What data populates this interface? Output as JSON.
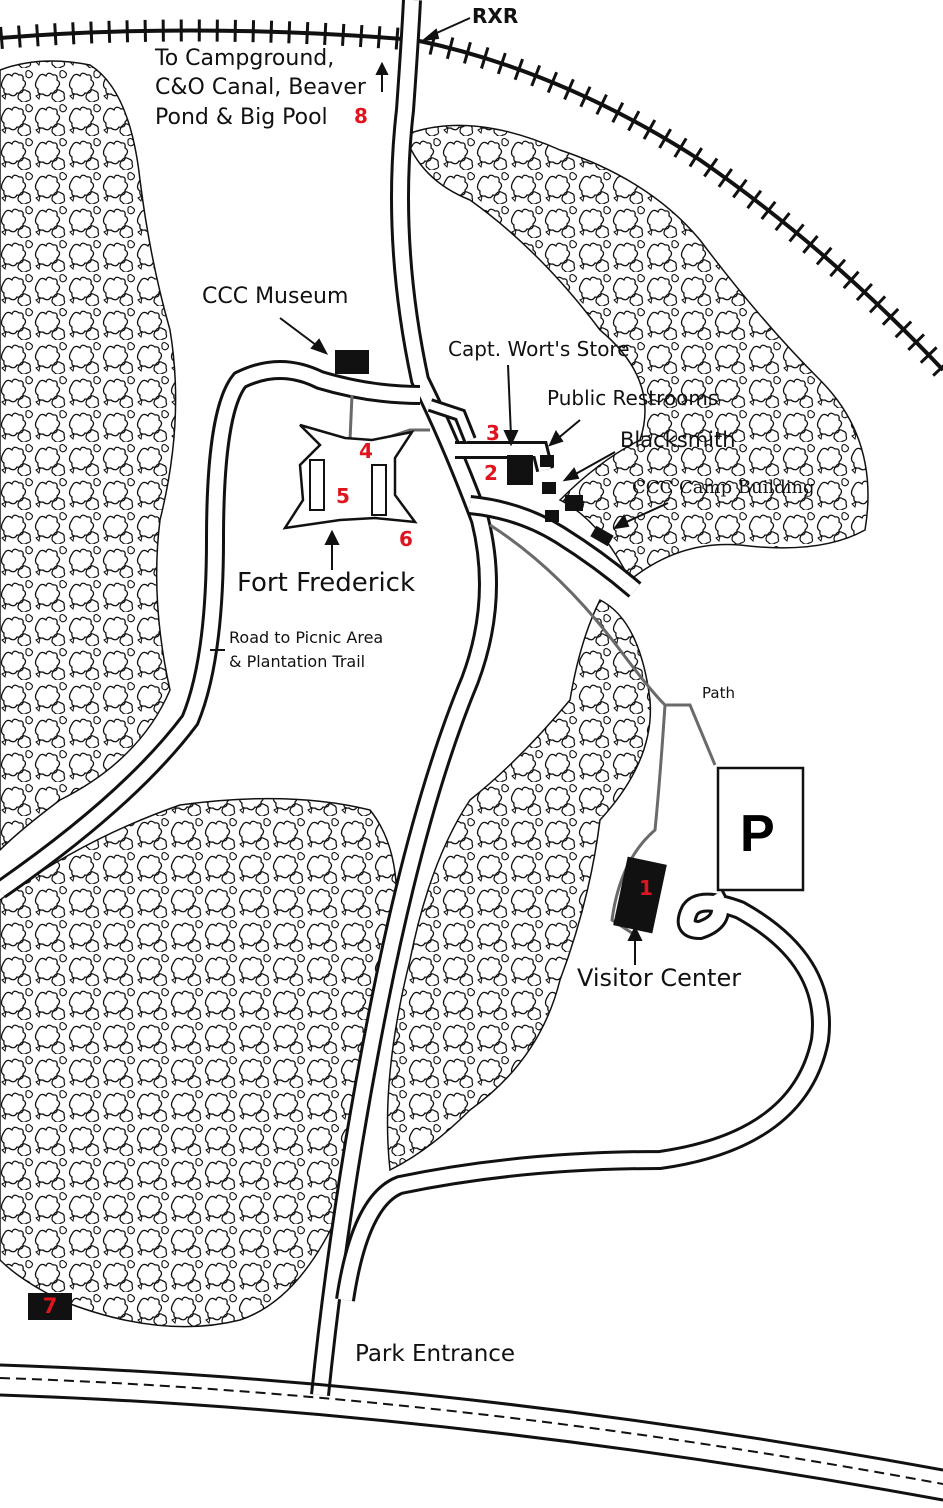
{
  "labels": {
    "rxr": "RXR",
    "campground_line1": "To Campground,",
    "campground_line2": "C&O Canal, Beaver",
    "campground_line3": "Pond & Big Pool",
    "ccc_museum": "CCC Museum",
    "capt_worts_store": "Capt. Wort's Store",
    "public_restrooms": "Public Restrooms",
    "blacksmith": "Blacksmith",
    "ccc_camp_building": "CCC Camp Building",
    "fort_frederick": "Fort Frederick",
    "picnic_line1": "Road to Picnic Area",
    "picnic_line2": "& Plantation Trail",
    "path": "Path",
    "parking": "P",
    "visitor_center": "Visitor Center",
    "park_entrance": "Park Entrance"
  },
  "markers": {
    "m1": "1",
    "m2": "2",
    "m3": "3",
    "m4": "4",
    "m5": "5",
    "m6": "6",
    "m7": "7",
    "m8": "8"
  },
  "colors": {
    "marker_red": "#e0141c",
    "ink": "#111111",
    "path_gray": "#6a6a6a"
  }
}
